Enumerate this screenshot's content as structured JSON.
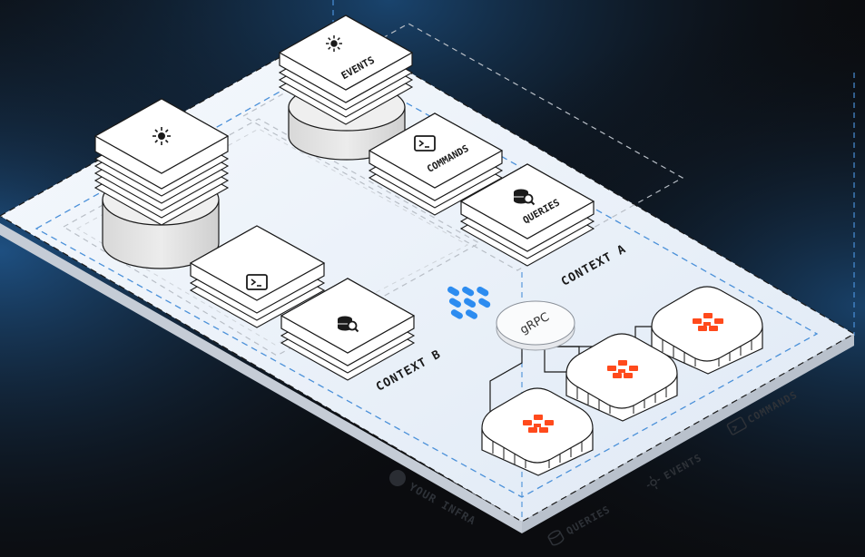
{
  "contexts": {
    "a_label": "CONTEXT A",
    "b_label": "CONTEXT B"
  },
  "cards": {
    "events": "EVENTS",
    "commands": "COMMANDS",
    "queries": "QUERIES"
  },
  "connector": {
    "grpc": "gRPC"
  },
  "edge_labels": {
    "your_infra": "YOUR INFRA",
    "queries": "QUERIES",
    "events": "EVENTS",
    "commands": "COMMANDS"
  },
  "icons": {
    "sun": "sun-icon",
    "terminal": "terminal-icon",
    "database_search": "database-search-icon",
    "app_logo": "app-logo-icon",
    "node_logo": "node-logo-icon"
  },
  "colors": {
    "background": "#0b0c0f",
    "glow": "#1b4a78",
    "platform": "#eef4fb",
    "dash_blue": "#4a90d9",
    "card": "#ffffff",
    "stroke": "#1a1a1a",
    "logo_blue": "#2d8cf0",
    "node_orange": "#ff4a1c"
  }
}
